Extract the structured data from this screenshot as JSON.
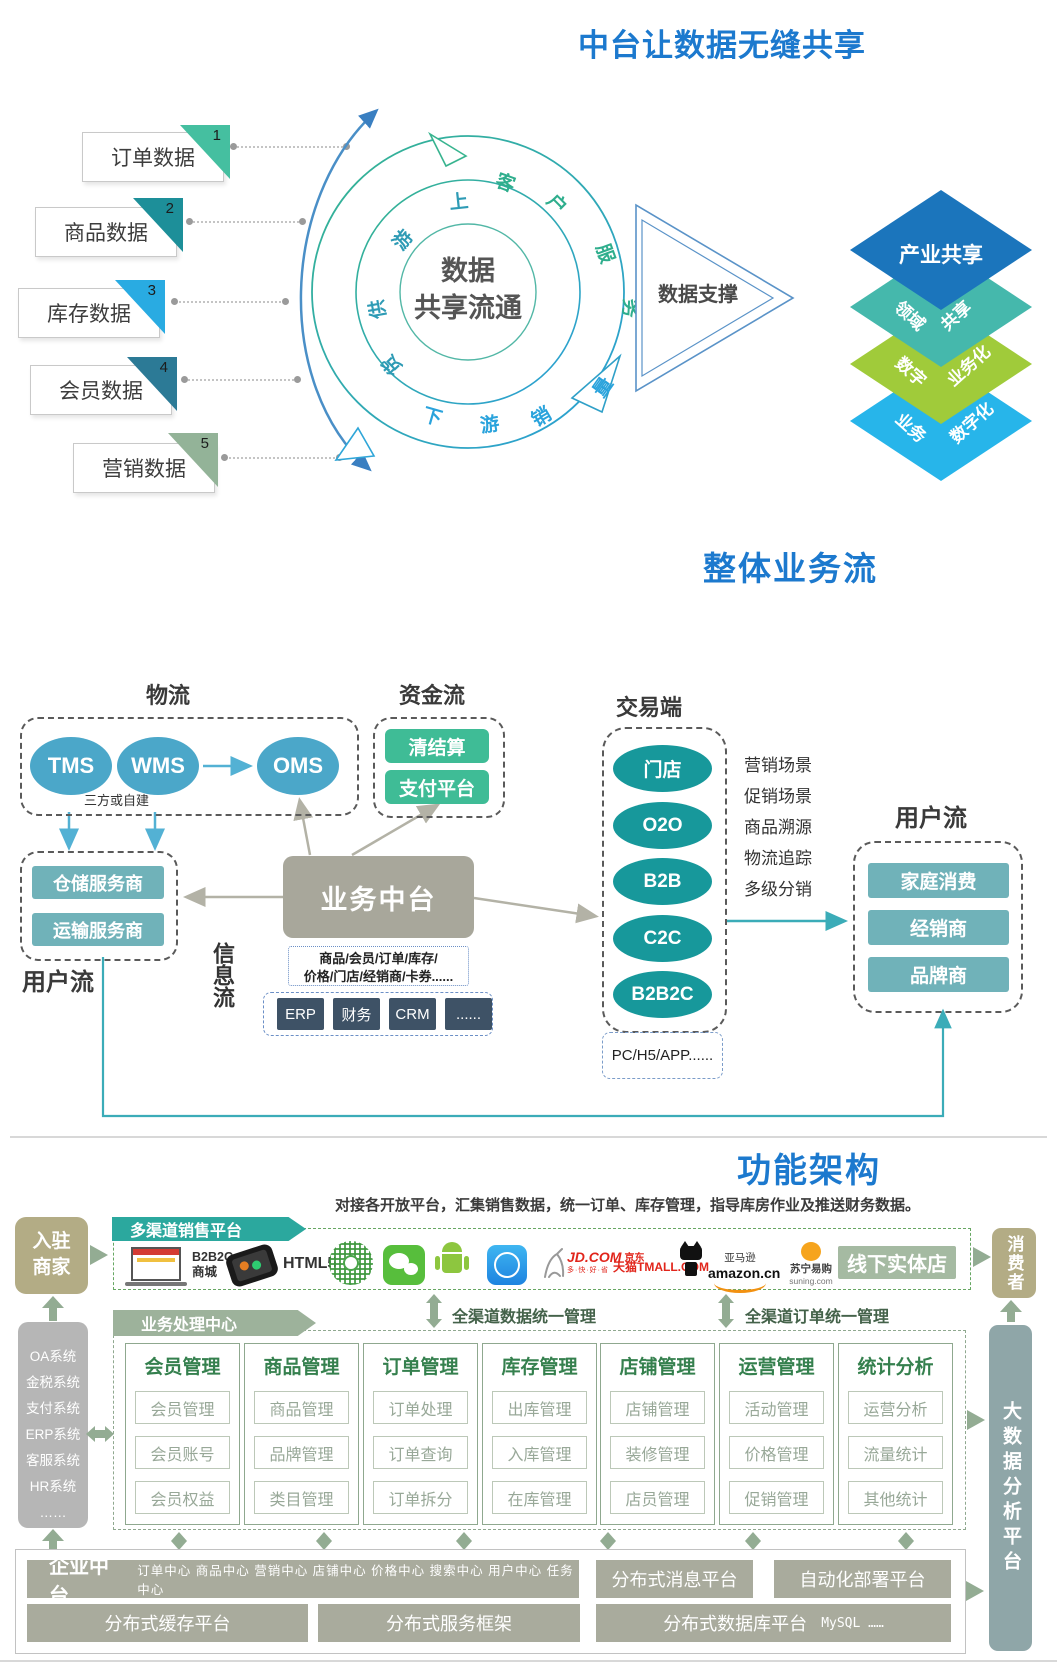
{
  "colors": {
    "accent_blue": "#1C79CE",
    "sage_arrow": "#93AC93",
    "teal_band": "#17989B"
  },
  "section1": {
    "title": "中台让数据无缝共享",
    "data_boxes": [
      {
        "num": "1",
        "label": "订单数据",
        "color": "#45BFA0"
      },
      {
        "num": "2",
        "label": "商品数据",
        "color": "#1D8F99"
      },
      {
        "num": "3",
        "label": "库存数据",
        "color": "#29ABE2"
      },
      {
        "num": "4",
        "label": "会员数据",
        "color": "#2C7A96"
      },
      {
        "num": "5",
        "label": "营销数据",
        "color": "#93B398"
      }
    ],
    "circle": {
      "center_line1": "数据",
      "center_line2": "共享流通",
      "top_arc": [
        "客",
        "户",
        "服",
        "务"
      ],
      "left_arc": [
        "上",
        "游",
        "供",
        "货"
      ],
      "bottom_arc": [
        "下",
        "游",
        "销",
        "量"
      ]
    },
    "support_label": "数据支撑",
    "diamonds": [
      {
        "label": "产业共享",
        "color": "#1B75BC"
      },
      {
        "left": "领域",
        "right": "共享",
        "color": "#45B8AC"
      },
      {
        "left": "数字",
        "right": "业务化",
        "color": "#A0CB3A"
      },
      {
        "left": "业务",
        "right": "数字化",
        "color": "#27B5EA"
      }
    ]
  },
  "section2": {
    "title": "整体业务流",
    "logistics": {
      "label": "物流",
      "nodes": [
        "TMS",
        "WMS",
        "OMS"
      ],
      "note": "三方或自建"
    },
    "funds": {
      "label": "资金流",
      "items": [
        "清结算",
        "支付平台"
      ]
    },
    "platform": "业务中台",
    "info_flow": "信息流",
    "info_box": {
      "line1": "商品/会员/订单/库存/",
      "line2": "价格/门店/经销商/卡券......"
    },
    "systems": [
      "ERP",
      "财务",
      "CRM",
      "......"
    ],
    "trade": {
      "label": "交易端",
      "items": [
        "门店",
        "O2O",
        "B2B",
        "C2C",
        "B2B2C"
      ],
      "channels": "PC/H5/APP......"
    },
    "scenes": [
      "营销场景",
      "促销场景",
      "商品溯源",
      "物流追踪",
      "多级分销"
    ],
    "user_flow_left": {
      "label": "用户流",
      "items": [
        "仓储服务商",
        "运输服务商"
      ]
    },
    "user_flow_right": {
      "label": "用户流",
      "items": [
        "家庭消费",
        "经销商",
        "品牌商"
      ]
    }
  },
  "section3": {
    "title": "功能架构",
    "subtitle": "对接各开放平台，汇集销售数据，统一订单、库存管理，指导库房作业及推送财务数据。",
    "merchant_line1": "入驻",
    "merchant_line2": "商家",
    "consumer": "消费者",
    "sales_banner": "多渠道销售平台",
    "process_banner": "业务处理中心",
    "offline_store": "线下实体店",
    "logos": {
      "b2b2c_line1": "B2B2C",
      "b2b2c_line2": "商城",
      "html5": "HTML5",
      "jd_main": "JD.COM",
      "jd_side": "京东",
      "jd_tag": "多·快·好·省",
      "tmall": "天猫TMALL.COM",
      "amazon_top": "亚马逊",
      "amazon_main": "amazon.cn",
      "suning_top": "苏宁易购",
      "suning_sub": "suning.com"
    },
    "flow_labels": {
      "data": "全渠道数据统一管理",
      "order": "全渠道订单统一管理"
    },
    "side_systems": [
      "OA系统",
      "金税系统",
      "支付系统",
      "ERP系统",
      "客服系统",
      "HR系统",
      "……"
    ],
    "grid": {
      "columns": [
        {
          "header": "会员管理",
          "items": [
            "会员管理",
            "会员账号",
            "会员权益"
          ]
        },
        {
          "header": "商品管理",
          "items": [
            "商品管理",
            "品牌管理",
            "类目管理"
          ]
        },
        {
          "header": "订单管理",
          "items": [
            "订单处理",
            "订单查询",
            "订单拆分"
          ]
        },
        {
          "header": "库存管理",
          "items": [
            "出库管理",
            "入库管理",
            "在库管理"
          ]
        },
        {
          "header": "店铺管理",
          "items": [
            "店铺管理",
            "装修管理",
            "店员管理"
          ]
        },
        {
          "header": "运营管理",
          "items": [
            "活动管理",
            "价格管理",
            "促销管理"
          ]
        },
        {
          "header": "统计分析",
          "items": [
            "运营分析",
            "流量统计",
            "其他统计"
          ]
        }
      ]
    },
    "bigdata": "大数据分析平台",
    "foundation": {
      "enterprise_title": "企业中台",
      "enterprise_items": "订单中心 商品中心 营销中心 店铺中心 价格中心 搜索中心 用户中心 任务中心",
      "message": "分布式消息平台",
      "deploy": "自动化部署平台",
      "cache": "分布式缓存平台",
      "service": "分布式服务框架",
      "database": "分布式数据库平台",
      "database_extra": "MySQL ……"
    }
  }
}
